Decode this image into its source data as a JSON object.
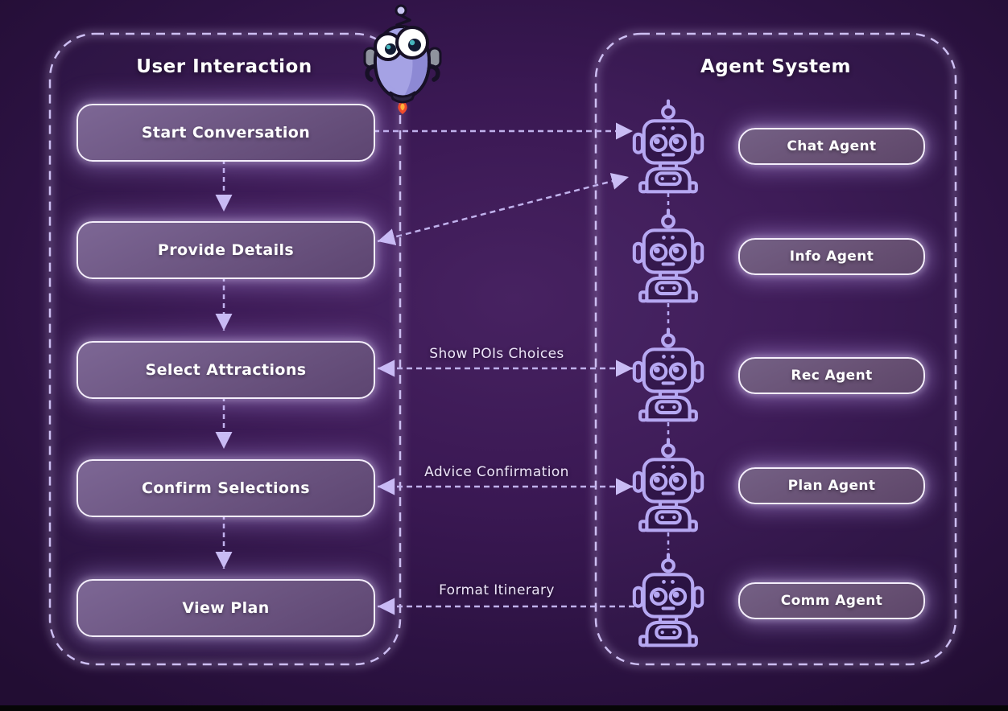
{
  "diagram": {
    "left_panel": {
      "title": "User Interaction",
      "steps": [
        "Start Conversation",
        "Provide Details",
        "Select Attractions",
        "Confirm Selections",
        "View Plan"
      ]
    },
    "right_panel": {
      "title": "Agent System",
      "agents": [
        "Chat Agent",
        "Info Agent",
        "Rec Agent",
        "Plan Agent",
        "Comm Agent"
      ]
    },
    "connection_labels": [
      "Show POIs Choices",
      "Advice Confirmation",
      "Format Itinerary"
    ],
    "colors": {
      "background": "#3a1853",
      "dashed_line": "#c3b3ee",
      "arrowhead": "#c9bcf4",
      "node_fill": "#6b5480",
      "node_border": "#f4eefb",
      "robot_icon": "#b6a8f2",
      "text": "#ffffff",
      "mascot_body": "#a5a2e4",
      "mascot_flame": "#ef4b2d"
    }
  }
}
